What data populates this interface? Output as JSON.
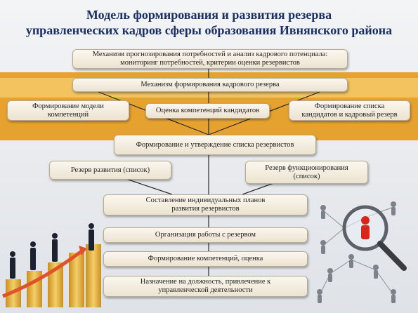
{
  "title": {
    "line1": "Модель формирования и развития резерва",
    "line2": "управленческих кадров сферы образования Ивнянского района"
  },
  "boxes": {
    "forecasting": {
      "line1": "Механизм прогнозирования потребностей и анализ  кадрового потенциала:",
      "line2": "мониторинг потребностей, критерии оценки резервистов"
    },
    "mechanism": "Механизм формирования кадрового резерва",
    "competency_model": {
      "line1": "Формирование модели",
      "line2": "компетенций"
    },
    "candidate_assessment": "Оценка компетенций кандидатов",
    "candidate_list": {
      "line1": "Формирование списка",
      "line2": "кандидатов и кадровый резерв"
    },
    "approval": "Формирование и утверждение списка резервистов",
    "development_reserve": "Резерв развития (список)",
    "functioning_reserve": {
      "line1": "Резерв функционирования",
      "line2": "(список)"
    },
    "individual_plans": {
      "line1": "Составление индивидуальных планов",
      "line2": "развития резервистов"
    },
    "organization": "Организация работы с резервом",
    "competency_formation": "Формирование компетенций, оценка",
    "appointment": {
      "line1": "Назначение на должность, привлечение к",
      "line2": "управленческой деятельности"
    }
  },
  "colors": {
    "title": "#1a2f63",
    "band": "#e6a22f",
    "band_strip": "#f2c35f",
    "box_fill": "#f6f0e3",
    "connector": "#2b2b2b",
    "highlight_person": "#d9251d",
    "bars": "#e9b84a"
  },
  "icons": {
    "left": "business-people-on-rising-bar-chart",
    "right": "magnifier-over-people-network"
  }
}
